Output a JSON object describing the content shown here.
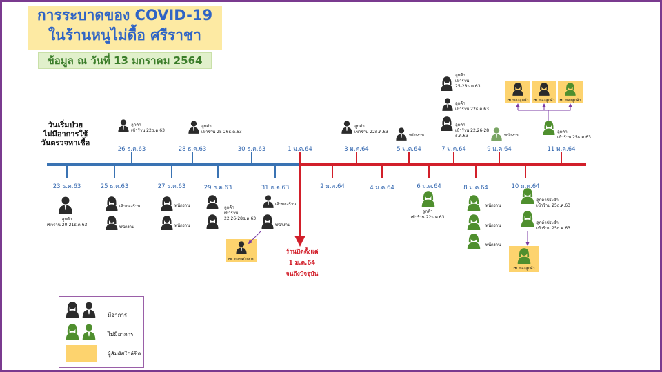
{
  "title": {
    "line1": "การระบาดของ COVID-19",
    "line2": "ในร้านหนูไม่ดื้อ ศรีราชา"
  },
  "date_note": "ข้อมูล ณ วันที่ 13 มกราคม 2564",
  "axis_label": {
    "l1": "วันเริ่มป่วย",
    "l2": "ไม่มีอาการใช้",
    "l3": "วันตรวจหาเชื้อ"
  },
  "colors": {
    "frame": "#7a3a8f",
    "title_text": "#2f64c5",
    "title_bg": "#fdeaa3",
    "date_text": "#3b7d2a",
    "date_bg": "#e1f0cb",
    "timeline_blue": "#3a73b3",
    "timeline_red": "#d21f2a",
    "symptomatic": "#2b2b2b",
    "asymptomatic": "#4f8f2e",
    "close_contact": "#fdd36e"
  },
  "timeline": {
    "dates_above": [
      "26 ธ.ค.63",
      "28 ธ.ค.63",
      "30 ธ.ค.63",
      "1 ม.ค.64",
      "3 ม.ค.64",
      "5 ม.ค.64",
      "7 ม.ค.64",
      "9 ม.ค.64",
      "11 ม.ค.64"
    ],
    "dates_below": [
      "23 ธ.ค.63",
      "25 ธ.ค.63",
      "27 ธ.ค.63",
      "29 ธ.ค.63",
      "31 ธ.ค.63",
      "2 ม.ค.64",
      "4 ม.ค.64",
      "6 ม.ค.64",
      "8 ม.ค.64",
      "10 ม.ค.64"
    ]
  },
  "cases": {
    "d26": {
      "l1": "ลูกค้า",
      "l2": "เข้าร้าน 22ธ.ค.63"
    },
    "d28": {
      "l1": "ลูกค้า",
      "l2": "เข้าร้าน 25-26ธ.ค.63"
    },
    "d3": {
      "l1": "ลูกค้า",
      "l2": "เข้าร้าน 22ธ.ค.63"
    },
    "d5": {
      "l1": "พนักงาน"
    },
    "d7a": {
      "l1": "ลูกค้า",
      "l2": "เข้าร้าน",
      "l3": "25-28ธ.ค.63"
    },
    "d7b": {
      "l1": "ลูกค้า",
      "l2": "เข้าร้าน 22ธ.ค.63"
    },
    "d7c": {
      "l1": "ลูกค้า",
      "l2": "เข้าร้าน 22,26-28",
      "l3": "ธ.ค.63"
    },
    "d9": {
      "l1": "พนักงาน"
    },
    "d11": {
      "l1": "ลูกค้า",
      "l2": "เข้าร้าน 25ธ.ค.63"
    },
    "d23": {
      "l1": "ลูกค้า",
      "l2": "เข้าร้าน 20-21ธ.ค.63"
    },
    "d25a": {
      "l1": "เจ้าของร้าน"
    },
    "d25b": {
      "l1": "พนักงาน"
    },
    "d27a": {
      "l1": "พนักงาน"
    },
    "d27b": {
      "l1": "พนักงาน"
    },
    "d29": {
      "l1": "ลูกค้า",
      "l2": "เข้าร้าน",
      "l3": "22,26-28ธ.ค.63"
    },
    "d31a": {
      "l1": "เจ้าของร้าน"
    },
    "d31b": {
      "l1": "พนักงาน"
    },
    "d6": {
      "l1": "ลูกค้า",
      "l2": "เข้าร้าน 22ธ.ค.63"
    },
    "d8a": {
      "l1": "พนักงาน"
    },
    "d8b": {
      "l1": "พนักงาน"
    },
    "d8c": {
      "l1": "พนักงาน"
    },
    "d10a": {
      "l1": "ลูกค้าประจำ",
      "l2": "เข้าร้าน 25ธ.ค.63"
    },
    "d10b": {
      "l1": "ลูกค้าประจำ",
      "l2": "เข้าร้าน 25ธ.ค.63"
    }
  },
  "hc_labels": {
    "employee_contact": "HCของพนักงาน",
    "customer_contact": "HCของลูกค้า"
  },
  "closure_note": {
    "l1": "ร้านปิดตั้งแต่",
    "l2": "1 ม.ค.64",
    "l3": "จนถึงปัจจุบัน"
  },
  "legend": {
    "symptomatic": "มีอาการ",
    "asymptomatic": "ไม่มีอาการ",
    "close_contact": "ผู้สัมผัสใกล้ชิด"
  }
}
